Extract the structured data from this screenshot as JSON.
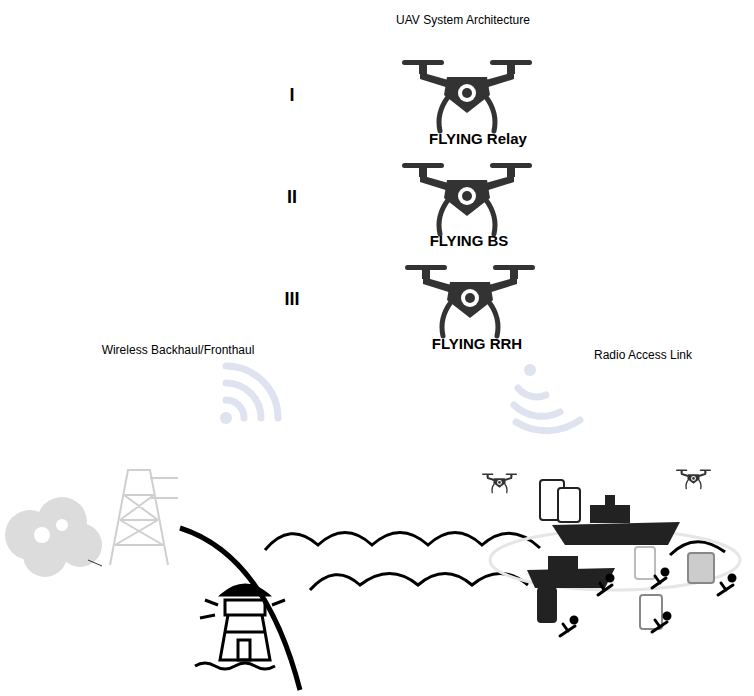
{
  "diagram": {
    "title": "UAV System Architecture",
    "labels": [
      "I",
      "FLYING Relay",
      "II",
      "FLYING BS",
      "III",
      "FLYING RRH",
      "Wireless Backhaul/Fronthaul",
      "Radio Access Link"
    ]
  }
}
